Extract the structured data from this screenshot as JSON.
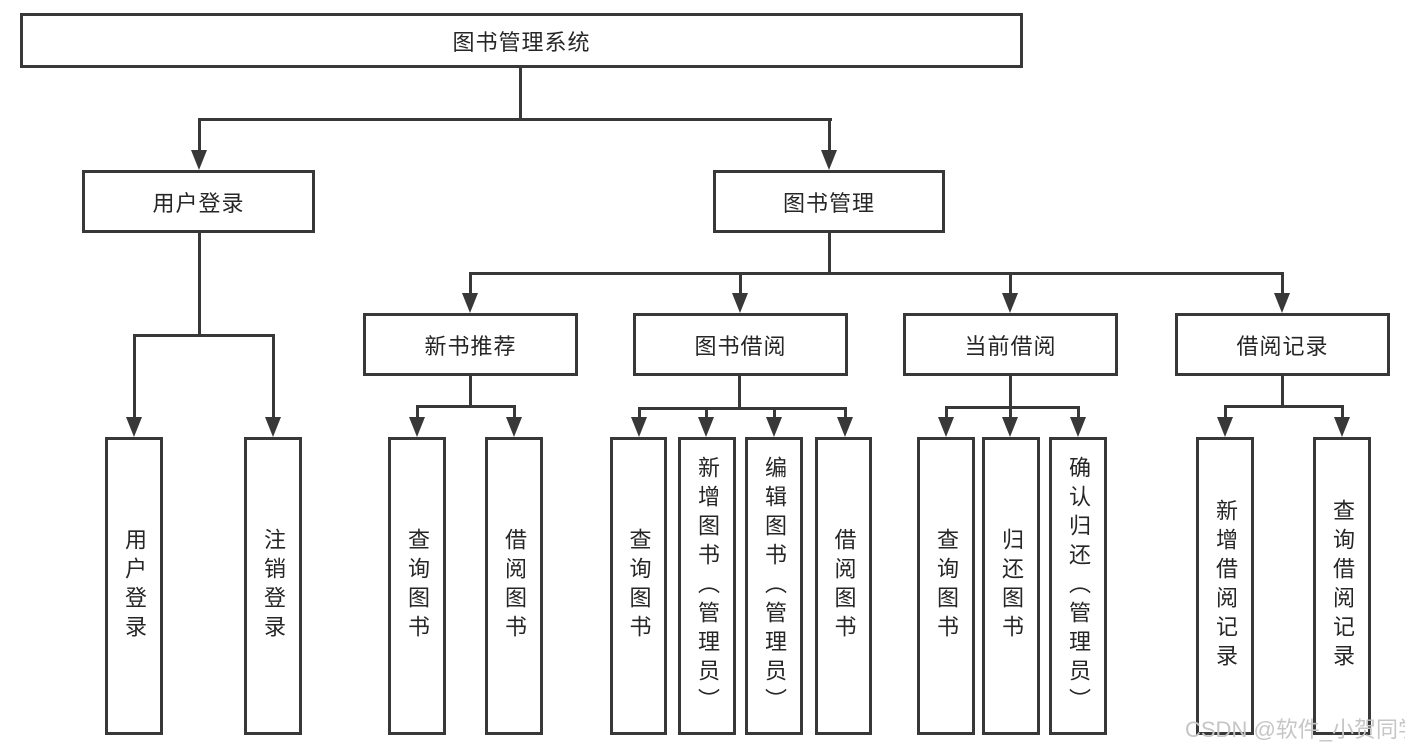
{
  "colors": {
    "line": "#383838",
    "text": "#262626",
    "background": "#ffffff",
    "watermark": "#c6c6c6"
  },
  "watermark": "CSDN @软件_小贺同学",
  "tree": {
    "root": {
      "label": "图书管理系统"
    },
    "children": [
      {
        "label": "用户登录",
        "children": [
          {
            "label": "用户登录"
          },
          {
            "label": "注销登录"
          }
        ]
      },
      {
        "label": "图书管理",
        "children": [
          {
            "label": "新书推荐",
            "children": [
              {
                "label": "查询图书"
              },
              {
                "label": "借阅图书"
              }
            ]
          },
          {
            "label": "图书借阅",
            "children": [
              {
                "label": "查询图书"
              },
              {
                "label": "新增图书（管理员）"
              },
              {
                "label": "编辑图书（管理员）"
              },
              {
                "label": "借阅图书"
              }
            ]
          },
          {
            "label": "当前借阅",
            "children": [
              {
                "label": "查询图书"
              },
              {
                "label": "归还图书"
              },
              {
                "label": "确认归还（管理员）"
              }
            ]
          },
          {
            "label": "借阅记录",
            "children": [
              {
                "label": "新增借阅记录"
              },
              {
                "label": "查询借阅记录"
              }
            ]
          }
        ]
      }
    ]
  }
}
